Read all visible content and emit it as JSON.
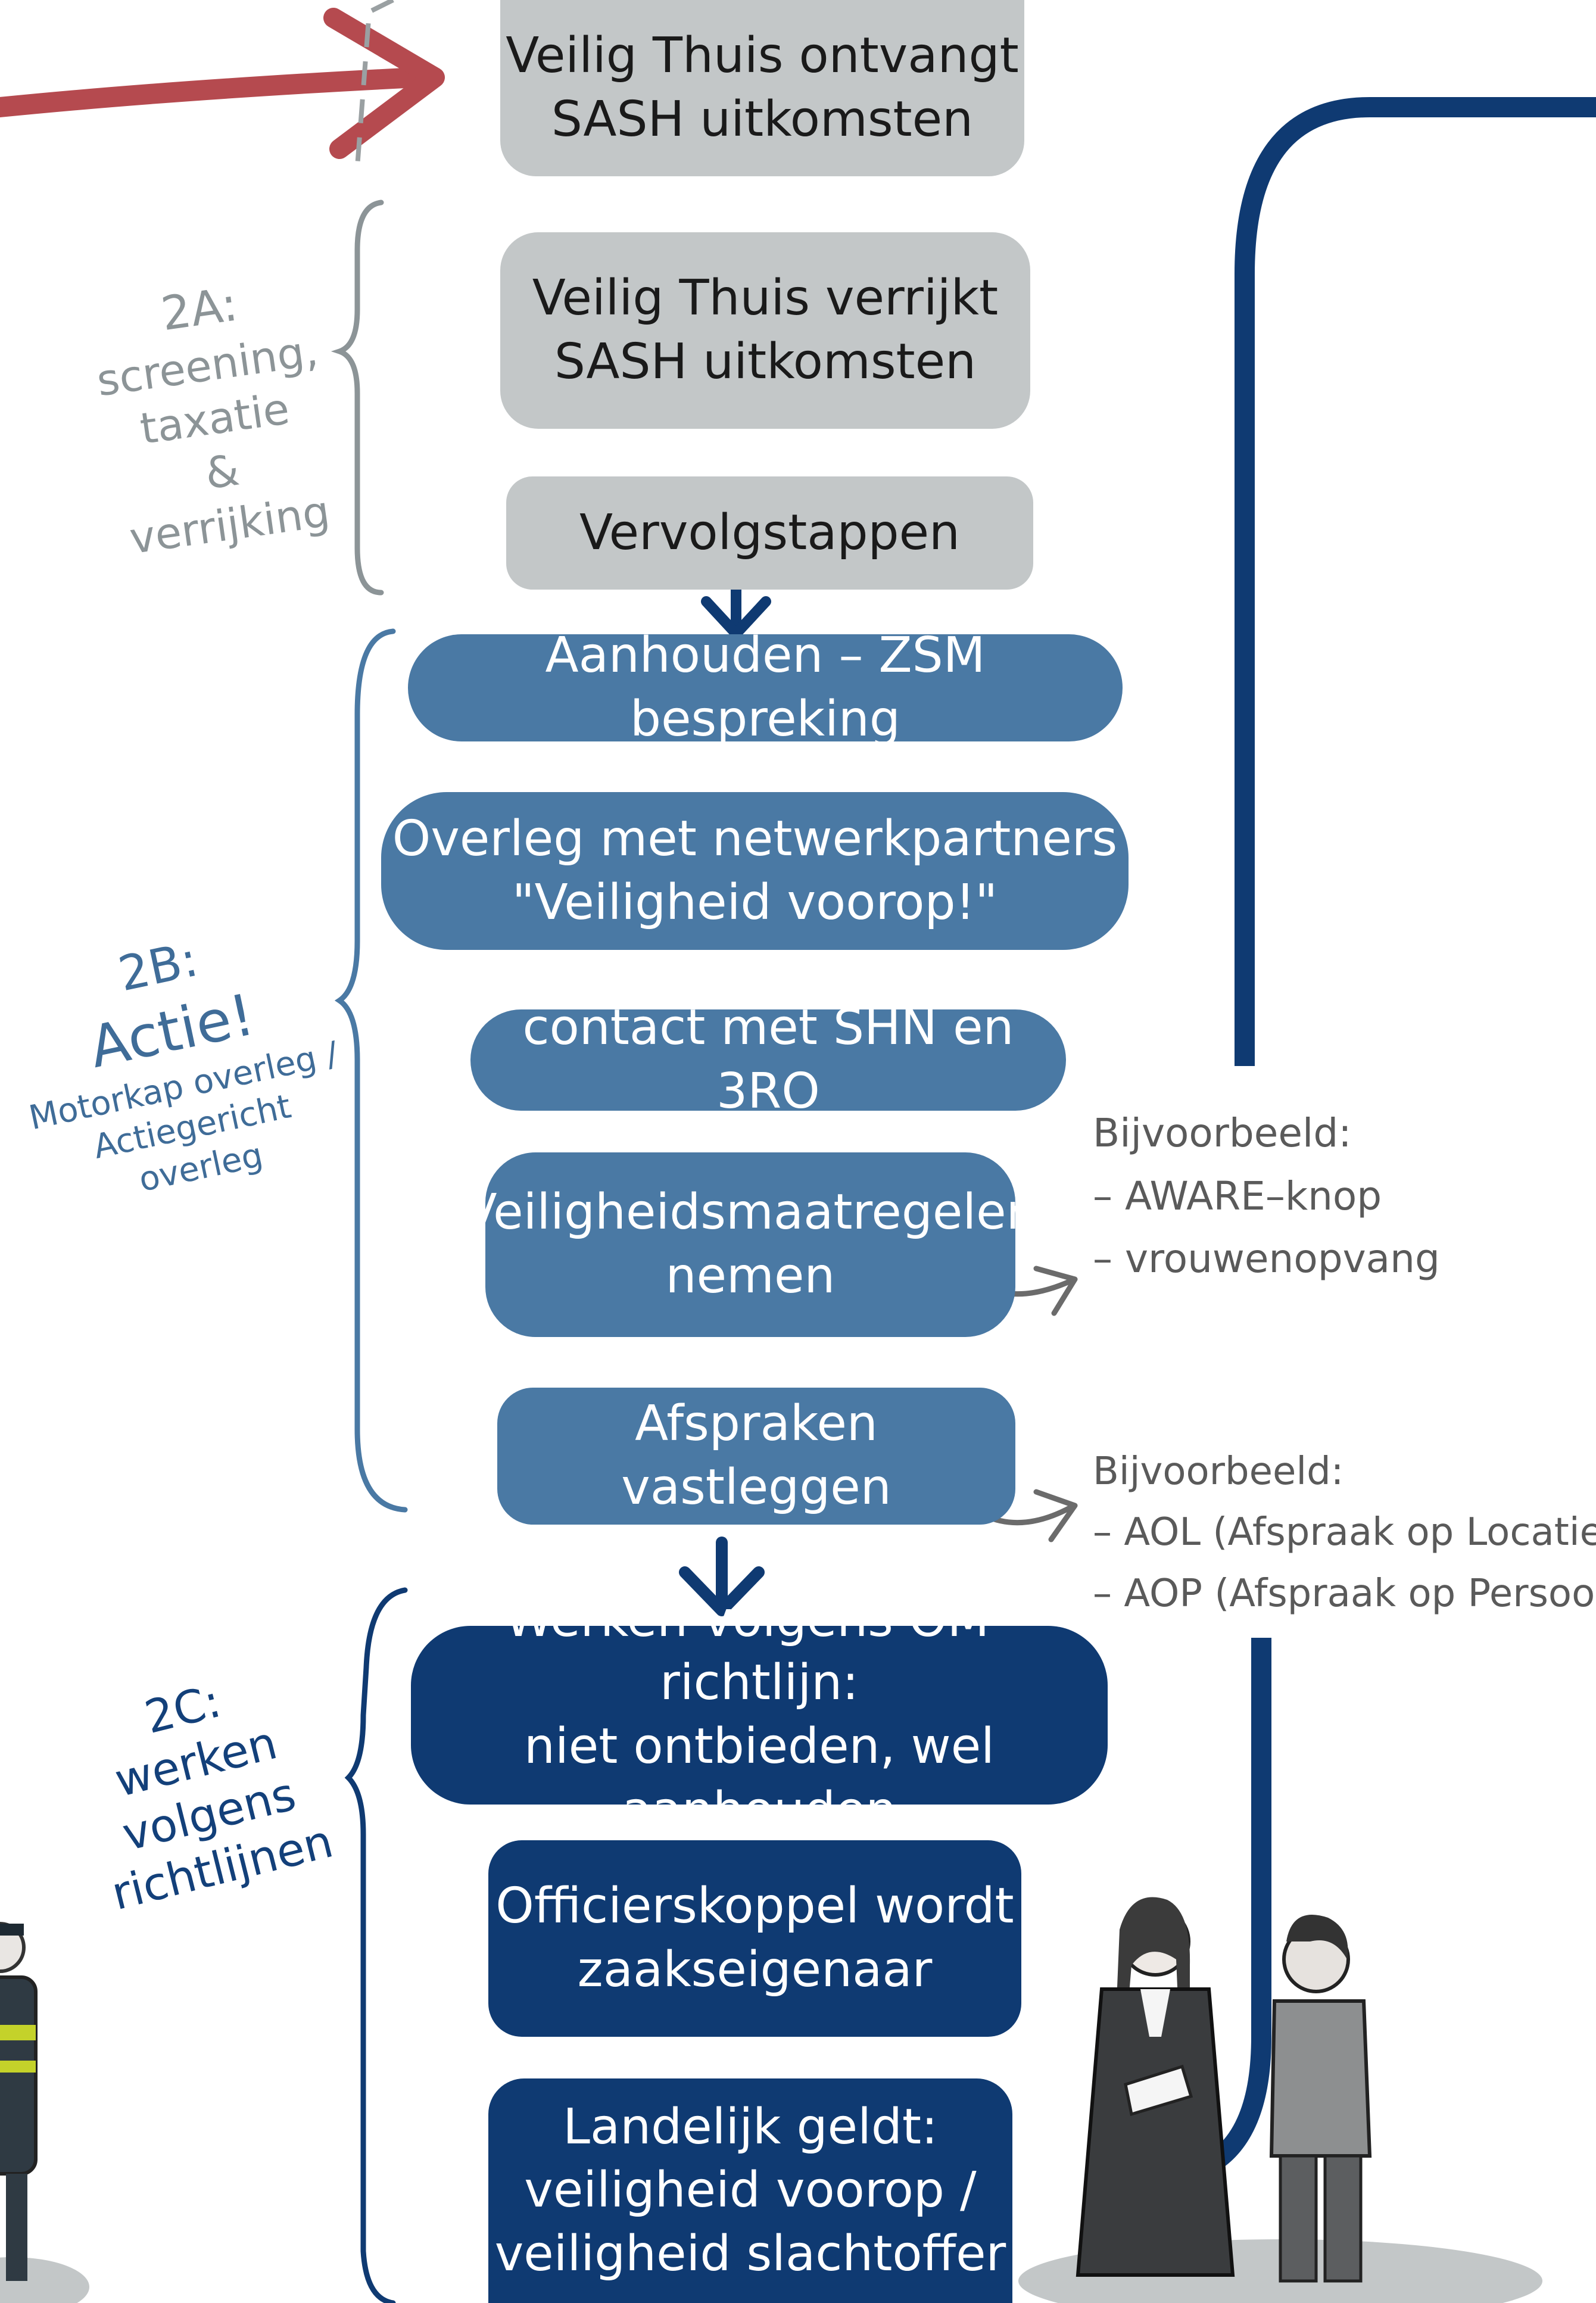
{
  "phases": {
    "screening": {
      "code": "2A:",
      "lines": [
        "screening,",
        "taxatie",
        "&",
        "verrijking"
      ]
    },
    "actie": {
      "code": "2B:",
      "title": "Actie!",
      "sub_lines": [
        "Motorkap overleg /",
        "Actiegericht overleg"
      ]
    },
    "richtlijnen": {
      "code": "2C:",
      "lines": [
        "werken volgens",
        "richtlijnen"
      ]
    }
  },
  "steps": {
    "ontvangt": [
      "Veilig Thuis ontvangt",
      "SASH uitkomsten"
    ],
    "verrijkt": [
      "Veilig Thuis verrijkt",
      "SASH uitkomsten"
    ],
    "vervolg": [
      "Vervolgstappen"
    ],
    "aanhouden": [
      "Aanhouden – ZSM bespreking"
    ],
    "overleg": [
      "Overleg met netwerkpartners",
      "\"Veiligheid voorop!\""
    ],
    "contact": [
      "contact met SHN en 3RO"
    ],
    "maatregelen": [
      "Veiligheidsmaatregelen",
      "nemen"
    ],
    "afspraken": [
      "Afspraken vastleggen"
    ],
    "omrichtlijn": [
      "Werken volgens OM–richtlijn:",
      "niet ontbieden, wel aanhouden"
    ],
    "officier": [
      "Officierskoppel wordt",
      "zaakseigenaar"
    ],
    "landelijk": [
      "Landelijk geldt:",
      "veiligheid voorop /",
      "veiligheid slachtoffer"
    ]
  },
  "notes": {
    "maatregelen": {
      "title": "Bijvoorbeeld:",
      "items": [
        "– AWARE–knop",
        "– vrouwenopvang"
      ]
    },
    "afspraken": {
      "title": "Bijvoorbeeld:",
      "items": [
        "– AOL (Afspraak op Locatie)",
        "– AOP (Afspraak op Persoon)"
      ]
    }
  },
  "colors": {
    "grey_box": "#c3c7c8",
    "mid_blue_box": "#4a79a4",
    "dark_blue_box": "#0f3a72",
    "red_arrow": "#b54a4f",
    "navy_line": "#0f3a72"
  }
}
